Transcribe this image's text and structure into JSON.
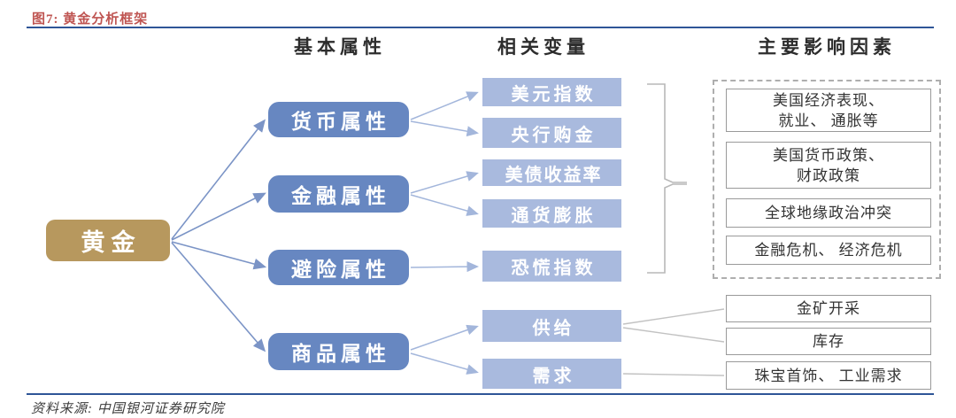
{
  "figure_title": "图7: 黄金分析框架",
  "source_note": "资料来源: 中国银河证券研究院",
  "column_headers": [
    "基本属性",
    "相关变量",
    "主要影响因素"
  ],
  "root_node": "黄金",
  "attributes": [
    "货币属性",
    "金融属性",
    "避险属性",
    "商品属性"
  ],
  "variables": [
    "美元指数",
    "央行购金",
    "美债收益率",
    "通货膨胀",
    "恐慌指数",
    "供给",
    "需求"
  ],
  "macro_factors": [
    "美国经济表现、\n就业、 通胀等",
    "美国货币政策、\n财政政策",
    "全球地缘政治冲突",
    "金融危机、 经济危机"
  ],
  "supply_demand_factors": [
    "金矿开采",
    "库存",
    "珠宝首饰、 工业需求"
  ],
  "colors": {
    "title_red": "#bf5552",
    "rule_navy": "#2f5597",
    "gold_node": "#b7985e",
    "attribute_blue": "#6787c1",
    "variable_blue": "#a9bade",
    "arrow_dark": "#7b94c6",
    "arrow_light": "#a3b6db",
    "connector_gray": "#c2c2c2",
    "brace_gray": "#b8b8b8",
    "box_border": "#9a9a9a"
  }
}
